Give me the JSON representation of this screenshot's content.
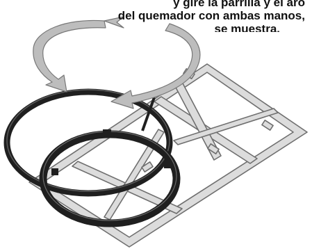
{
  "caption": {
    "line1": "y gire la parrilla y el aro",
    "line2": "del quemador con ambas manos,",
    "line3": "se muestra."
  },
  "colors": {
    "grate_fill": "#dcdcdc",
    "grate_stroke": "#6f6f6f",
    "ring_dark": "#1f1f1f",
    "arrow_fill": "#bdbdbd",
    "arrow_stroke": "#777777"
  },
  "illustration": {
    "subject": "stove grate with burner ring and rotation arrows"
  }
}
